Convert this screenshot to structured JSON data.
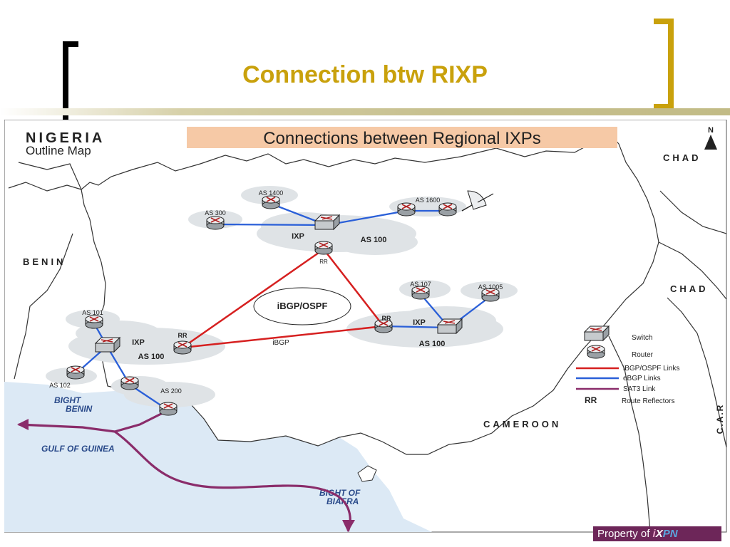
{
  "slide": {
    "title": "Connection btw RIXP",
    "footer": {
      "prefix": "Property of",
      "logo_i": "i",
      "logo_x": "X",
      "logo_pn": "PN"
    }
  },
  "map": {
    "heading_line1": "NIGERIA",
    "heading_line2": "Outline Map",
    "banner": "Connections between Regional IXPs",
    "north_label": "N",
    "places": {
      "chad_top": "CHAD",
      "chad_right": "CHAD",
      "benin": "BENIN",
      "cameroon": "CAMEROON",
      "car": "C.A.R",
      "bight_benin_1": "BIGHT",
      "bight_benin_2": "BENIN",
      "gulf_guinea": "GULF OF GUINEA",
      "bight_biafra_1": "BIGHT OF",
      "bight_biafra_2": "BIAFRA"
    },
    "nodes": {
      "as1400": "AS 1400",
      "as300": "AS 300",
      "as1600": "AS 1600",
      "ixp_north": "IXP",
      "as100_north": "AS 100",
      "rr_north": "RR",
      "as107": "AS 107",
      "as1005": "AS 1005",
      "rr_east": "RR",
      "ixp_east": "IXP",
      "as100_east": "AS 100",
      "as101": "AS 101",
      "ixp_west": "IXP",
      "rr_west": "RR",
      "as100_west": "AS 100",
      "as102": "AS 102",
      "as200": "AS 200"
    },
    "link_labels": {
      "ibgp_ospf": "iBGP/OSPF",
      "ibgp": "iBGP"
    }
  },
  "legend": {
    "switch": "Switch",
    "router": "Router",
    "ibgp_ospf_links": "iBGP/OSPF Links",
    "ebgp_links": "eBGP Links",
    "sat3_link": "SAT3 Link",
    "rr_abbrev": "RR",
    "route_reflectors": "Route Reflectors"
  },
  "colors": {
    "title": "#c9a10c",
    "ibgp_ospf": "#d62020",
    "ebgp": "#2a5fd8",
    "sat3": "#8a2c6a",
    "sea": "#dce9f5",
    "banner": "#f6c9a6",
    "cloud": "#dfe3e6"
  }
}
